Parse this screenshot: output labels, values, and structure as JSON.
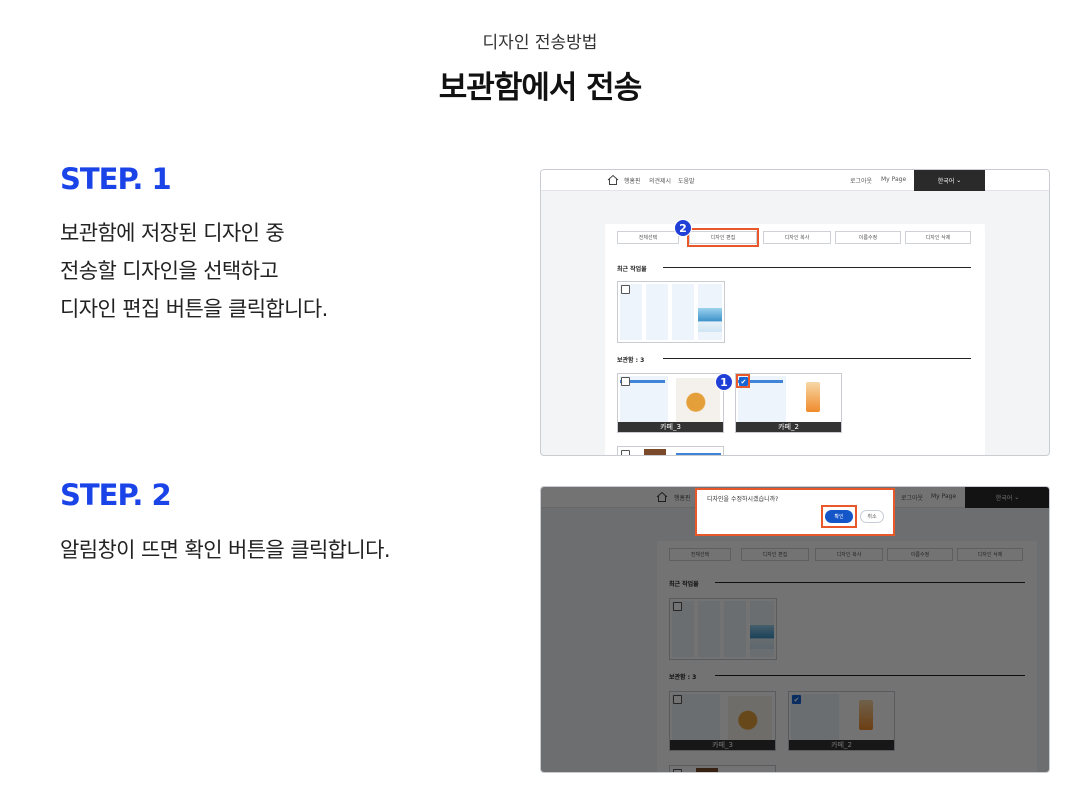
{
  "header": {
    "subtitle": "디자인 전송방법",
    "title": "보관함에서 전송"
  },
  "steps": [
    {
      "label": "STEP. 1",
      "lines": [
        "보관함에 저장된 디자인 중",
        "전송할 디자인을 선택하고",
        "디자인 편집 버튼을 클릭합니다."
      ]
    },
    {
      "label": "STEP. 2",
      "lines": [
        "알림창이 뜨면 확인 버튼을 클릭합니다."
      ]
    }
  ],
  "app": {
    "nav": [
      "행홈핀",
      "의견제시",
      "도움말"
    ],
    "right_links": [
      "로그아웃",
      "My Page"
    ],
    "language": "한국어",
    "tabs": [
      "전체선택",
      "디자인 편집",
      "디자인 복사",
      "이름수정",
      "디자인 삭제"
    ],
    "recent_label": "최근 작업물",
    "storage_label": "보관함 : 3",
    "designs": [
      "카페_3",
      "카페_2"
    ],
    "badges": [
      "1",
      "2"
    ],
    "checkmark": "✔"
  },
  "dialog": {
    "message": "디자인을 수정하시겠습니까?",
    "ok": "확인",
    "cancel": "취소"
  },
  "colors": {
    "accent": "#1b44e8",
    "highlight": "#e8582b",
    "badge": "#1f3fd6",
    "button": "#1456c8"
  }
}
